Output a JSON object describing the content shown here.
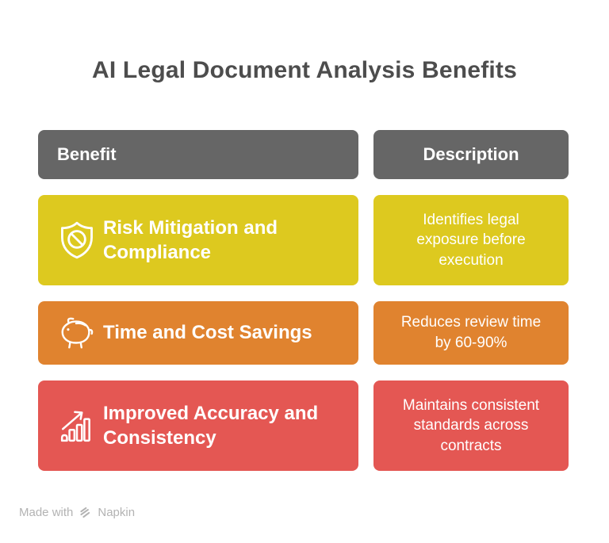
{
  "title": "AI Legal Document Analysis Benefits",
  "table": {
    "header": {
      "benefit_label": "Benefit",
      "description_label": "Description",
      "color": "#666666"
    },
    "rows": [
      {
        "benefit": "Risk Mitigation and Compliance",
        "description": "Identifies legal exposure before execution",
        "icon": "shield-ban-icon",
        "color": "#ddc91f"
      },
      {
        "benefit": "Time and Cost Savings",
        "description": "Reduces review time by 60-90%",
        "icon": "piggy-bank-icon",
        "color": "#e0832f"
      },
      {
        "benefit": "Improved Accuracy and Consistency",
        "description": "Maintains consistent standards across contracts",
        "icon": "bar-chart-growth-icon",
        "color": "#e45753"
      }
    ]
  },
  "footer": {
    "made_with_label": "Made with",
    "brand_label": "Napkin",
    "logo_icon": "napkin-logo-icon",
    "text_color": "#b3b3b3"
  },
  "colors": {
    "title_text": "#4d4d4d",
    "cell_text": "#ffffff",
    "background": "#ffffff"
  }
}
